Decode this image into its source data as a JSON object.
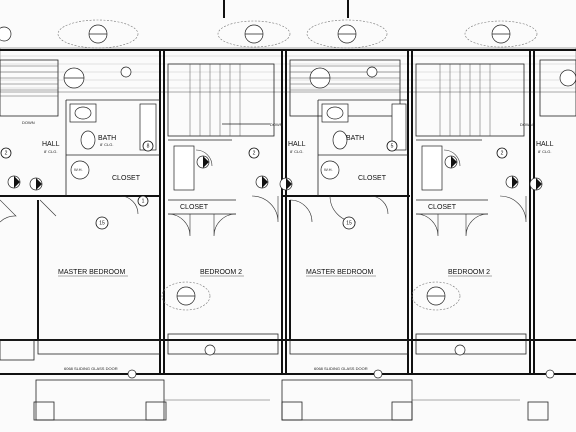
{
  "plan": {
    "rooms": {
      "master_bedroom": "MASTER BEDROOM",
      "bedroom_2": "BEDROOM 2",
      "bath": "BATH",
      "hall": "HALL",
      "closet_upper": "CLOSET",
      "closet_lower": "CLOSET",
      "down": "DOWN"
    },
    "notes": {
      "clg": "8' CLG.",
      "wh": "W.H.",
      "sliding_door": "6068 SLIDING GLASS DOOR"
    },
    "tags": {
      "t2": "2",
      "t15": "15",
      "t1": "1",
      "t8": "8",
      "t5": "5"
    }
  },
  "colors": {
    "line": "#111111",
    "paper": "#fbfbfb",
    "cloud": "#777777"
  }
}
